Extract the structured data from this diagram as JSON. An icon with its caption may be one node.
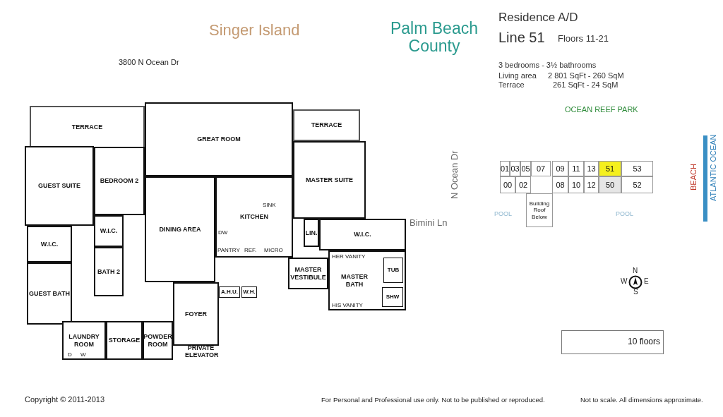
{
  "diagram": {
    "nodes": [
      {
        "text": [
          "TERRACE"
        ]
      },
      {
        "text": [
          "GUEST SUITE"
        ]
      },
      {
        "text": [
          "BEDROOM 2"
        ]
      },
      {
        "text": [
          "GREAT ROOM"
        ]
      },
      {
        "text": [
          "DINING AREA"
        ]
      },
      {
        "text": [
          "KITCHEN"
        ]
      },
      {
        "text": [
          "TERRACE"
        ]
      },
      {
        "text": [
          "MASTER SUITE"
        ]
      },
      {
        "text": [
          "W.I.C."
        ]
      },
      {
        "text": [
          "W.I.C."
        ]
      },
      {
        "text": [
          "BATH 2"
        ]
      },
      {
        "text": [
          "GUEST BATH"
        ]
      },
      {
        "text": [
          "LAUNDRY ROOM"
        ]
      },
      {
        "text": [
          "STORAGE"
        ]
      },
      {
        "text": [
          "POWDER ROOM"
        ]
      },
      {
        "text": [
          "FOYER"
        ]
      },
      {
        "text": [
          "LIN."
        ]
      },
      {
        "text": [
          "W.I.C."
        ]
      },
      {
        "text": [
          "MASTER VESTIBULE"
        ]
      },
      {
        "text": [
          "MASTER BATH"
        ]
      },
      {
        "text": [
          "TUB"
        ],
        "in": 19
      },
      {
        "text": [
          "SHW"
        ],
        "in": 19
      },
      {
        "text": [
          "A.H.U."
        ]
      },
      {
        "text": [
          "W.H."
        ]
      },
      {
        "text": [
          "01"
        ]
      },
      {
        "text": [
          "03"
        ]
      },
      {
        "text": [
          "05"
        ]
      },
      {
        "text": [
          "07"
        ]
      },
      {
        "text": [
          "09"
        ]
      },
      {
        "text": [
          "11"
        ]
      },
      {
        "text": [
          "13"
        ]
      },
      {
        "text": [
          "51"
        ]
      },
      {
        "text": [
          "53"
        ]
      },
      {
        "text": [
          "00"
        ]
      },
      {
        "text": [
          "02"
        ]
      },
      {
        "text": [
          "08"
        ]
      },
      {
        "text": [
          "10"
        ]
      },
      {
        "text": [
          "12"
        ]
      },
      {
        "text": [
          "50"
        ]
      },
      {
        "text": [
          "52"
        ]
      },
      {
        "text": [
          "Building Roof Below"
        ]
      },
      {
        "text": [
          "10 floors"
        ]
      }
    ],
    "labels": [
      "Singer Island",
      "3800 N Ocean Dr",
      "Palm Beach County",
      "Residence A/D",
      "Line 51",
      "Floors 11-21",
      "3 bedrooms - 3½ bathrooms",
      "Living area",
      "2 801 SqFt - 260 SqM",
      "Terrace",
      "261 SqFt - 24 SqM",
      "OCEAN REEF PARK",
      "N Ocean Dr",
      "Bimini Ln",
      "POOL",
      "POOL",
      "BEACH",
      "ATLANTIC OCEAN",
      "N",
      "W",
      "E",
      "S",
      "PRIVATE ELEVATOR",
      "SINK",
      "DW",
      "PANTRY",
      "REF.",
      "MICRO",
      "HER VANITY",
      "HIS VANITY",
      "D",
      "W",
      "Copyright © 2011-2013",
      "For Personal and Professional use only. Not to be published or reproduced.",
      "Not to scale. All dimensions approximate."
    ]
  }
}
